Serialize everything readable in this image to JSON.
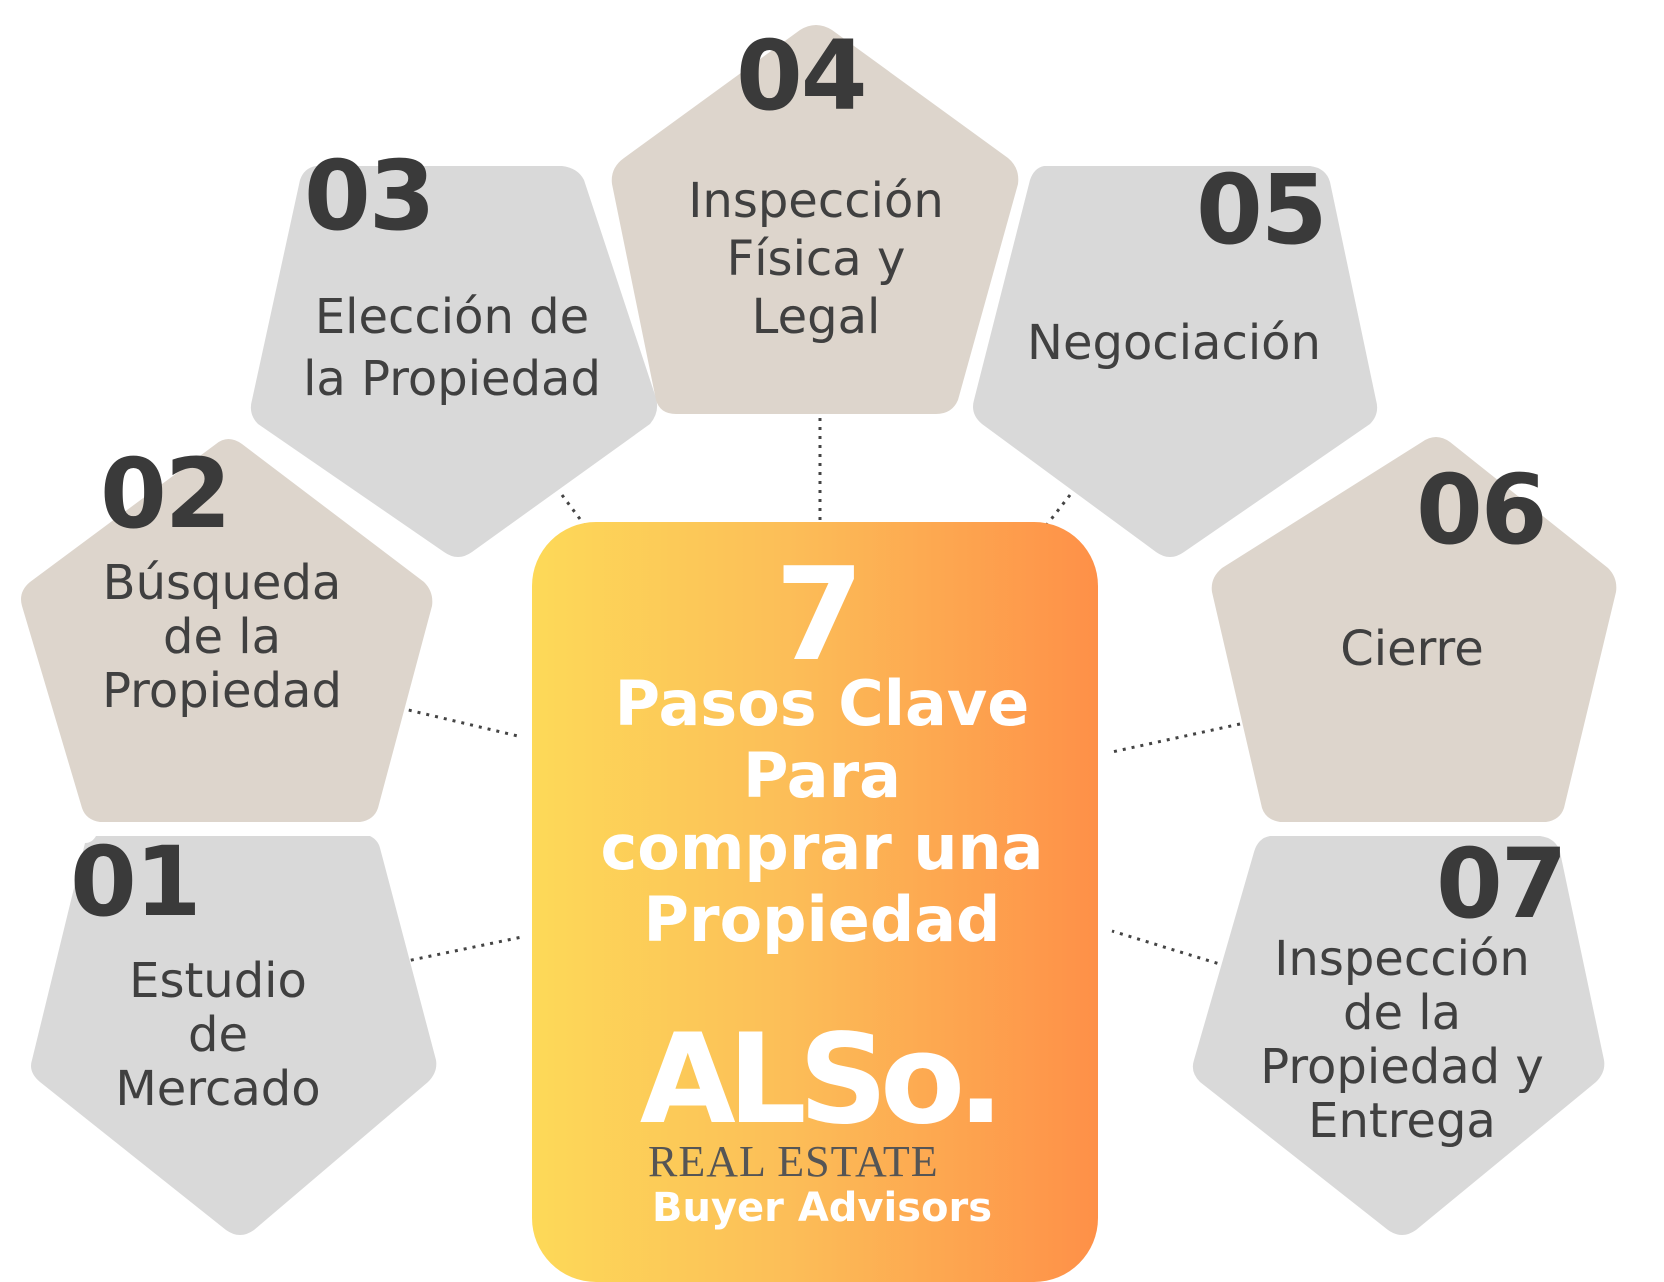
{
  "colors": {
    "gray": "#d9d9d9",
    "beige": "#ddd5cc",
    "gradient_start": "#fdd958",
    "gradient_end": "#fe9048",
    "number_text": "#3a3a3a",
    "label_text": "#404040"
  },
  "center": {
    "number": "7",
    "title_lines": [
      "Pasos Clave",
      "Para",
      "comprar una",
      "Propiedad"
    ],
    "logo_text": "ALSo",
    "logo_dot": ".",
    "logo_subtitle": "REAL ESTATE",
    "logo_tagline": "Buyer Advisors"
  },
  "steps": [
    {
      "number": "01",
      "lines": [
        "Estudio",
        "de",
        "Mercado"
      ],
      "color": "gray"
    },
    {
      "number": "02",
      "lines": [
        "Búsqueda",
        "de la",
        "Propiedad"
      ],
      "color": "beige"
    },
    {
      "number": "03",
      "lines": [
        "Elección de",
        "la Propiedad"
      ],
      "color": "gray"
    },
    {
      "number": "04",
      "lines": [
        "Inspección",
        "Física y",
        "Legal"
      ],
      "color": "beige"
    },
    {
      "number": "05",
      "lines": [
        "Negociación"
      ],
      "color": "gray"
    },
    {
      "number": "06",
      "lines": [
        "Cierre"
      ],
      "color": "beige"
    },
    {
      "number": "07",
      "lines": [
        "Inspección",
        "de la",
        "Propiedad y",
        "Entrega"
      ],
      "color": "gray"
    }
  ]
}
